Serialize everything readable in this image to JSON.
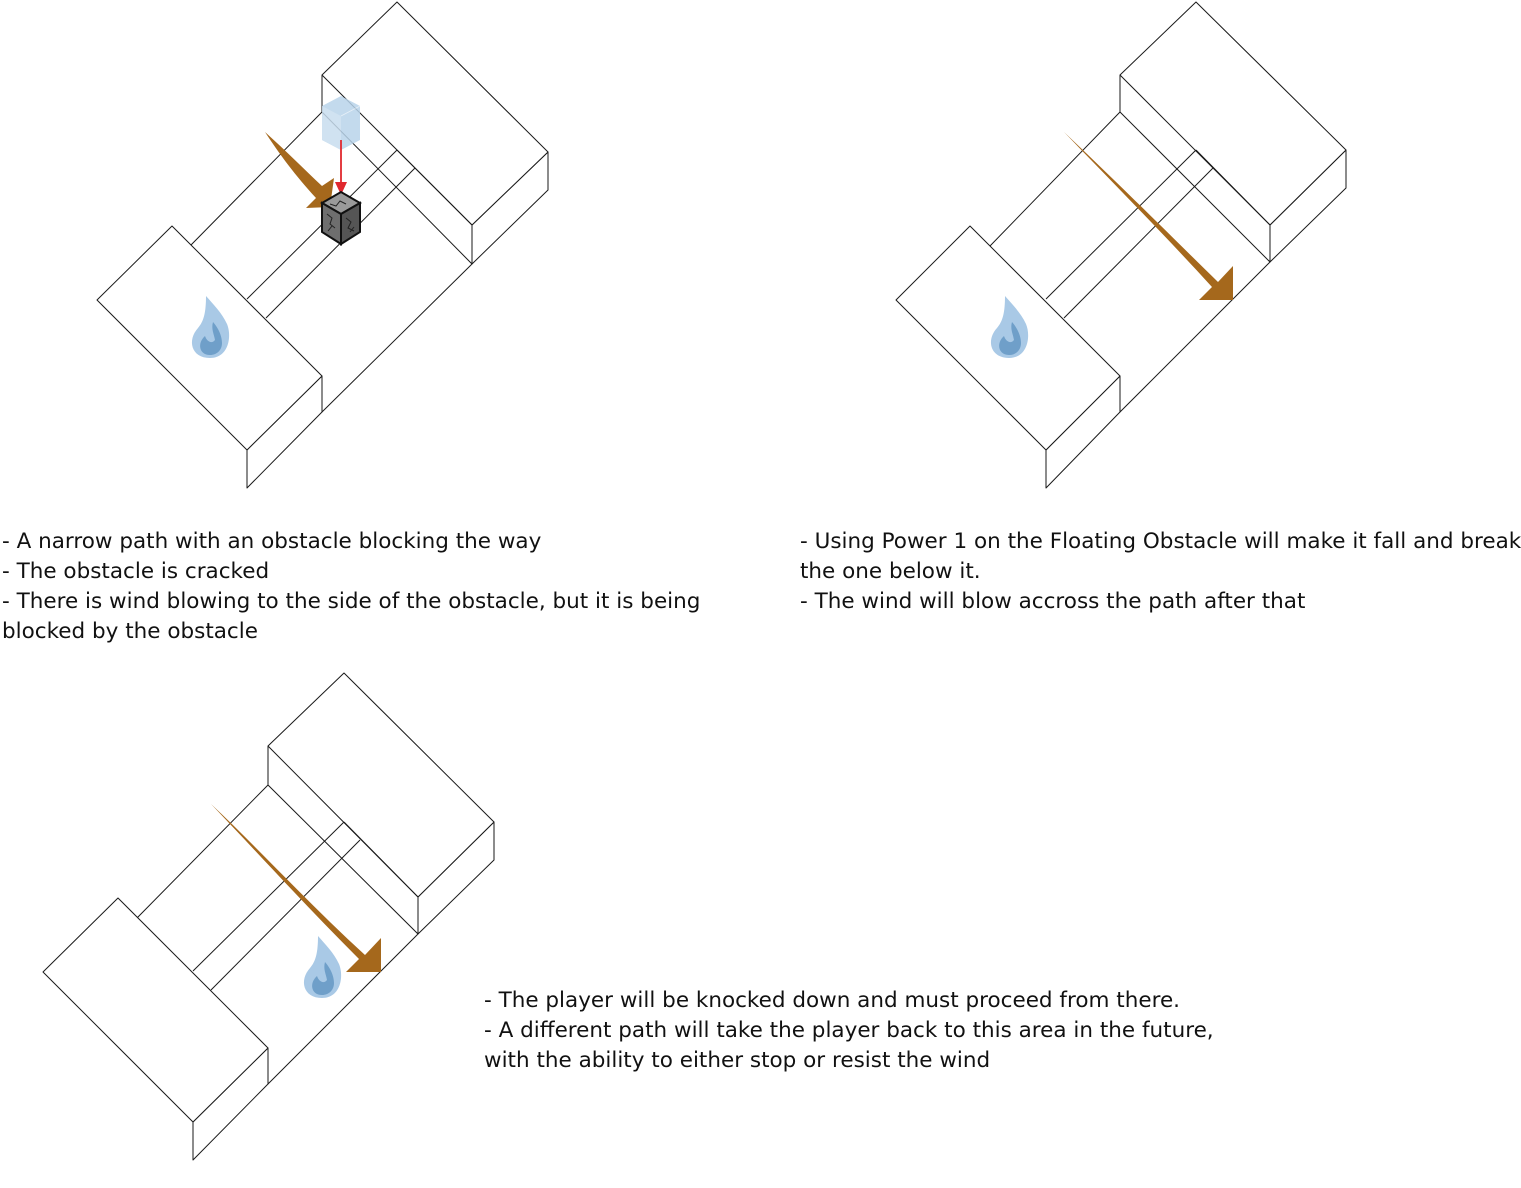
{
  "panels": [
    {
      "id": "panel-1",
      "description_lines": [
        "- A narrow path with an obstacle blocking the way",
        "- The obstacle is cracked",
        "- There is wind blowing to the side of the obstacle, but it is being",
        "blocked by the obstacle"
      ]
    },
    {
      "id": "panel-2",
      "description_lines": [
        "- Using Power 1 on the Floating Obstacle will make it fall and break",
        "the one below it.",
        "- The wind will blow accross the path after that"
      ]
    },
    {
      "id": "panel-3",
      "description_lines": [
        "- The player will be knocked down and must proceed from there.",
        "- A different path will take the player back to this area in the future,",
        "with the ability to either stop or resist the wind"
      ]
    }
  ],
  "colors": {
    "wind_arrow": "#a5681c",
    "flame_light": "#a9c9e6",
    "flame_dark": "#6f9fc9",
    "floating_obstacle": "#b9d4ea",
    "fall_arrow": "#e0282e",
    "cracked_block": "#7a7a7a",
    "line": "#1a1a1a"
  },
  "icons": [
    "flame-icon",
    "wind-arrow-icon",
    "cracked-block-icon",
    "floating-block-icon",
    "fall-arrow-icon"
  ]
}
